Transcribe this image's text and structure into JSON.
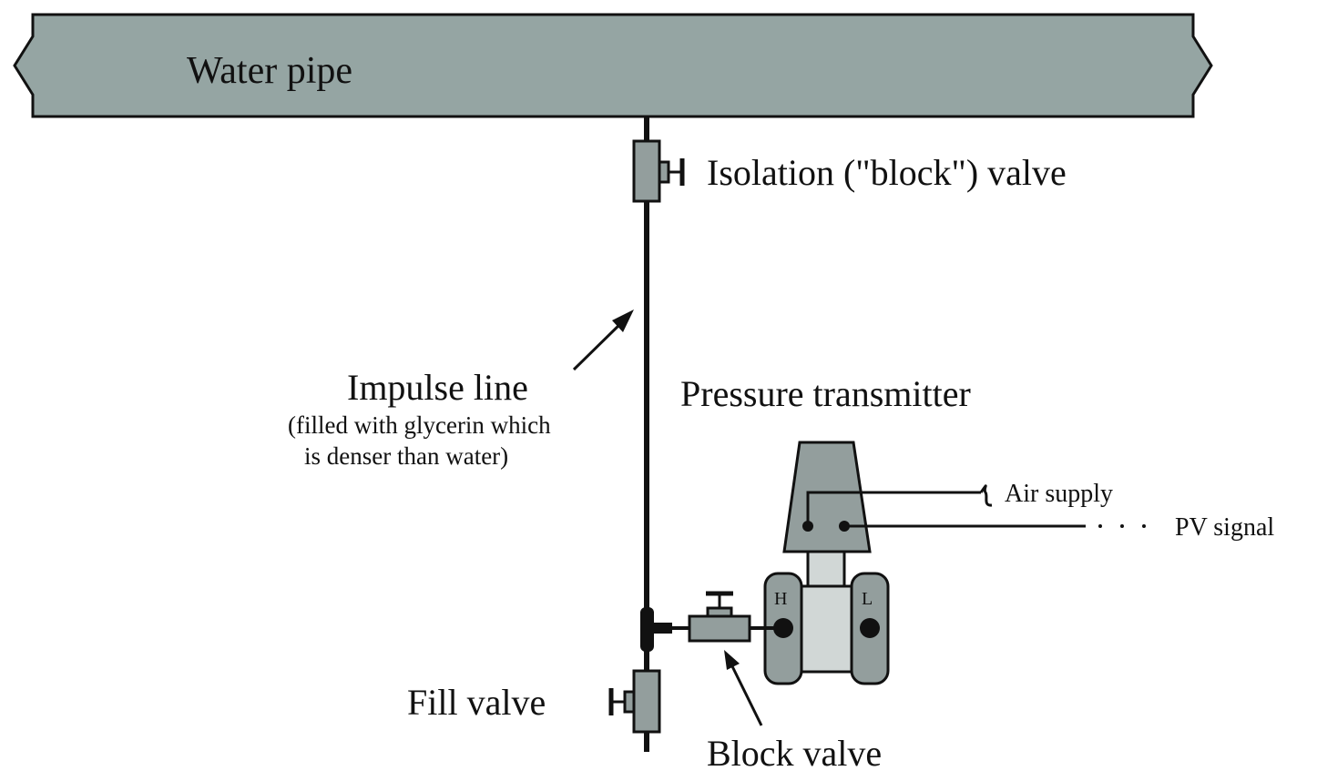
{
  "labels": {
    "water_pipe": "Water pipe",
    "isolation_valve": "Isolation (\"block\") valve",
    "impulse_line": "Impulse line",
    "impulse_note_1": "(filled with glycerin which",
    "impulse_note_2": "is denser than water)",
    "pressure_transmitter": "Pressure transmitter",
    "air_supply": "Air supply",
    "pv_signal": "PV signal",
    "port_high": "H",
    "port_low": "L",
    "fill_valve": "Fill valve",
    "block_valve": "Block valve"
  },
  "colors": {
    "pipe_fill": "#95a5a3",
    "component_fill": "#939e9d",
    "light_fill": "#d1d7d6",
    "line": "#111111"
  }
}
